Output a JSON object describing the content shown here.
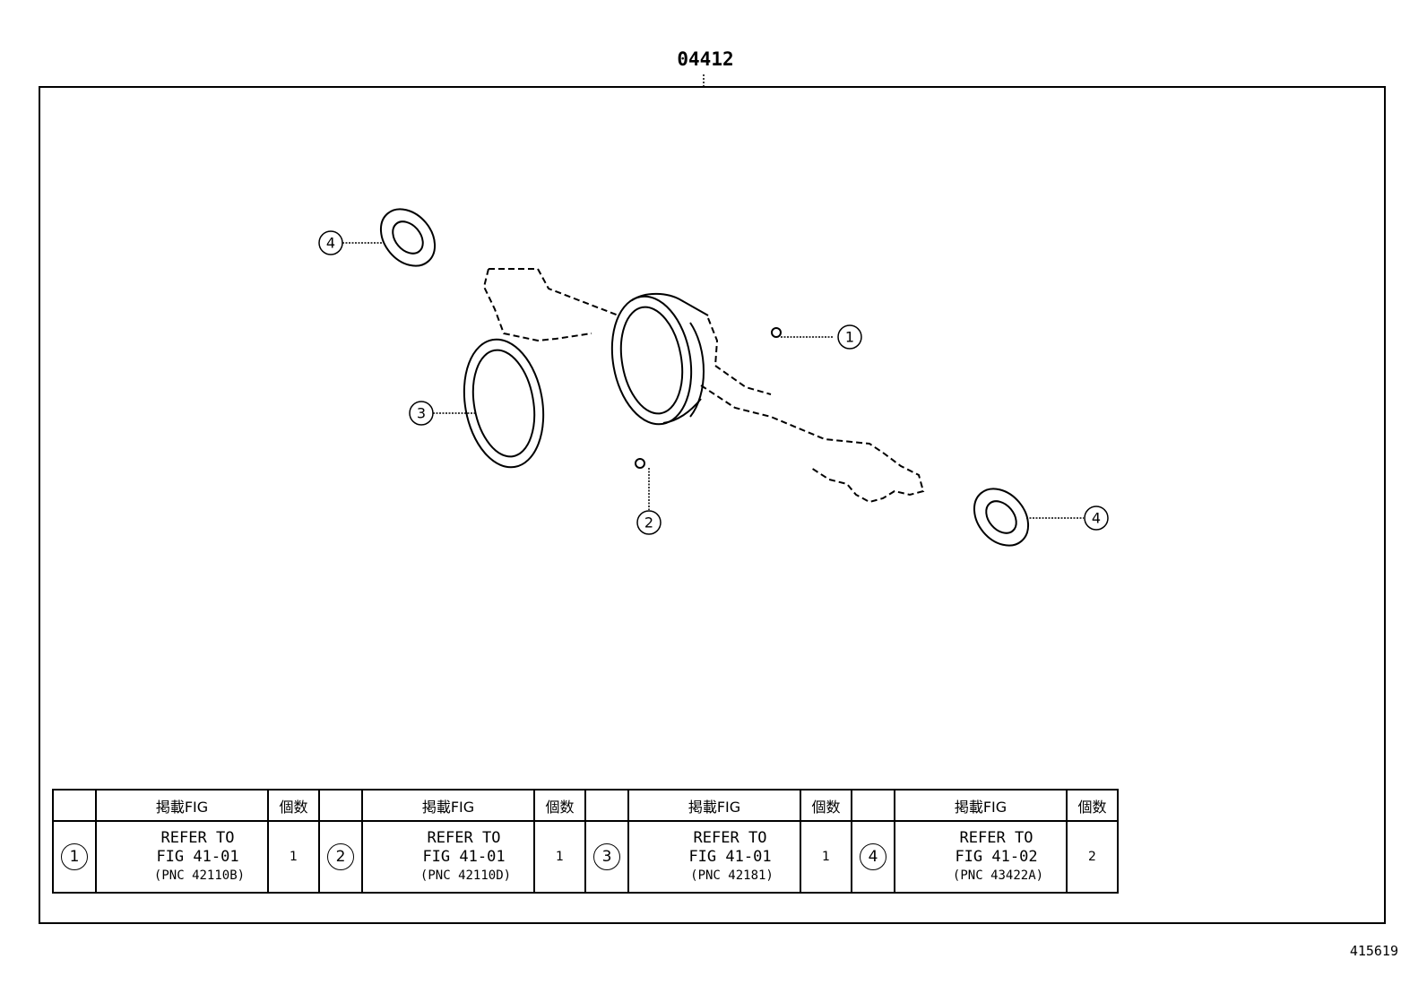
{
  "kit_number": "04412",
  "figure_number": "415619",
  "table": {
    "col_headers": {
      "ref": "掲載FIG",
      "qty": "個数"
    },
    "items": [
      {
        "key": "1",
        "ref_line1": "REFER TO",
        "ref_line2": "FIG 41-01",
        "pnc": "(PNC 42110B)",
        "qty": "1"
      },
      {
        "key": "2",
        "ref_line1": "REFER TO",
        "ref_line2": "FIG 41-01",
        "pnc": "(PNC 42110D)",
        "qty": "1"
      },
      {
        "key": "3",
        "ref_line1": "REFER TO",
        "ref_line2": "FIG 41-01",
        "pnc": "(PNC 42181)",
        "qty": "1"
      },
      {
        "key": "4",
        "ref_line1": "REFER TO",
        "ref_line2": "FIG 41-02",
        "pnc": "(PNC 43422A)",
        "qty": "2"
      }
    ]
  },
  "callouts": [
    {
      "label": "1",
      "part": "nut"
    },
    {
      "label": "2",
      "part": "nut"
    },
    {
      "label": "3",
      "part": "carrier-gasket"
    },
    {
      "label": "4",
      "part": "axle-flange-gasket"
    },
    {
      "label": "4",
      "part": "axle-flange-gasket"
    }
  ]
}
